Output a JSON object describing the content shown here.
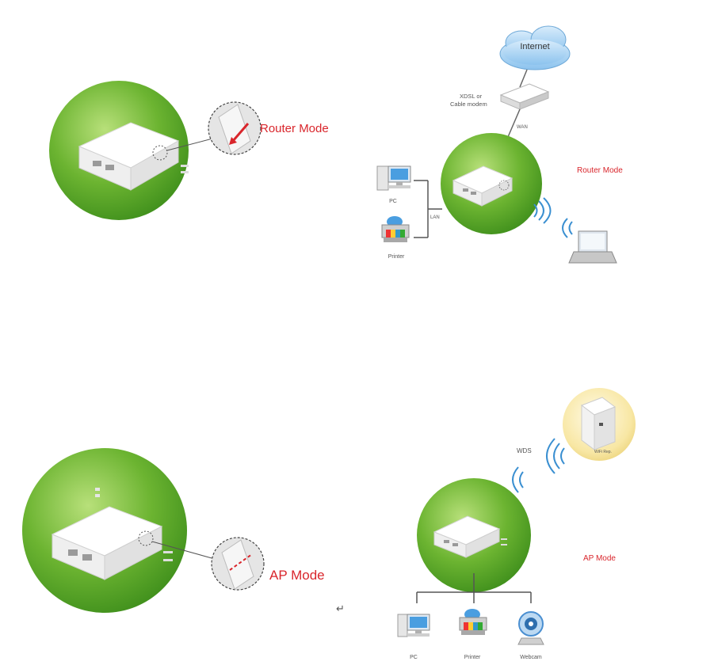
{
  "colors": {
    "green_dark": "#3f8f1c",
    "green_mid": "#6cb431",
    "green_light": "#b8e07a",
    "mode_red": "#d9262c",
    "cloud_blue": "#8cc3ee",
    "wifi_blue": "#3a8fd1",
    "repeater_yellow": "#f8e7a4"
  },
  "router_panel": {
    "mode_label": "Router Mode"
  },
  "router_diagram": {
    "internet_label": "Internet",
    "modem_label_line1": "XDSL or",
    "modem_label_line2": "Cable modem",
    "wan_label": "WAN",
    "lan_label": "LAN",
    "pc_label": "PC",
    "printer_label": "Printer",
    "mode_label": "Router Mode"
  },
  "ap_panel": {
    "mode_label": "AP Mode"
  },
  "ap_diagram": {
    "wds_label": "WDS",
    "repeater_label": "WiFi Rep.",
    "pc_label": "PC",
    "printer_label": "Printer",
    "webcam_label": "Webcam",
    "mode_label": "AP Mode"
  },
  "icons": {
    "return_mark": "↵"
  }
}
